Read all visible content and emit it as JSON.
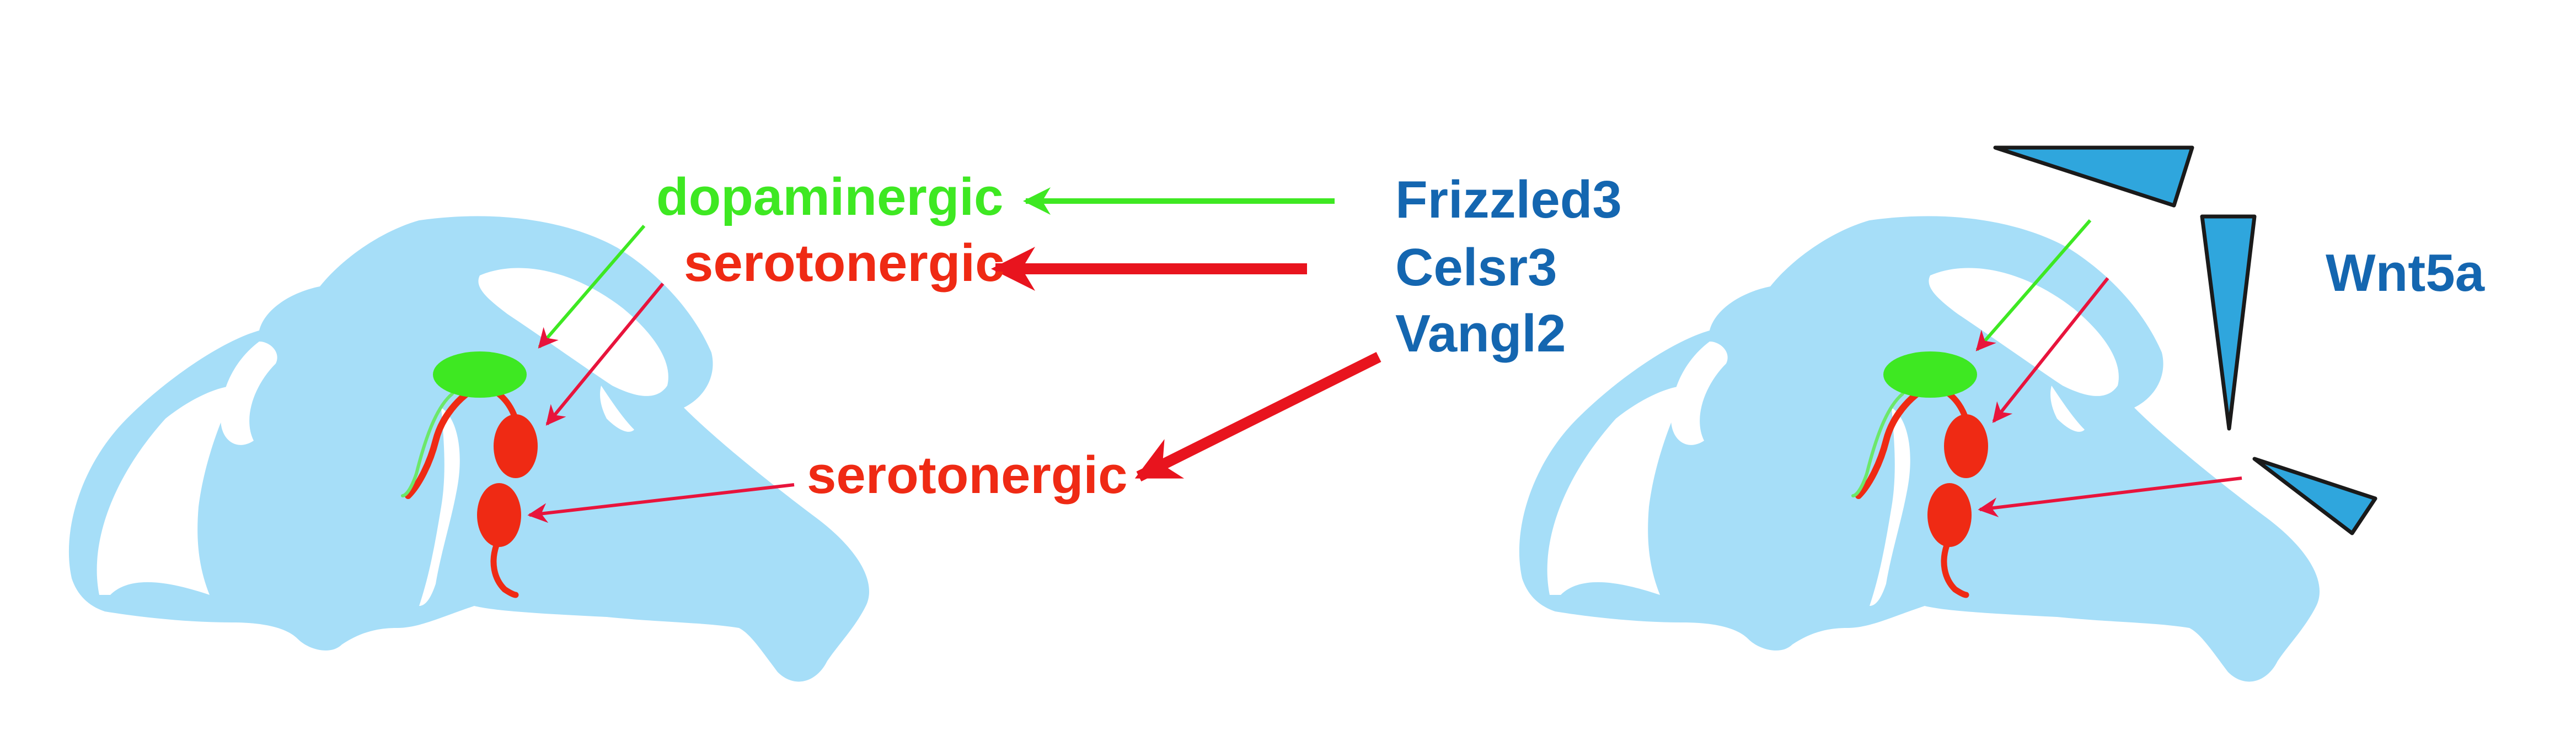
{
  "colors": {
    "brain": "#a6def8",
    "dopaminergic": "#3ee822",
    "serotonergic": "#ef2a14",
    "serotonergic_arrow": "#e8143c",
    "gene_text": "#1466b0",
    "gradient_fill": "#2fa6dd",
    "gradient_stroke": "#1a1a1a"
  },
  "labels": {
    "dopaminergic": "dopaminergic",
    "serotonergic_top": "serotonergic",
    "serotonergic_bottom": "serotonergic"
  },
  "genes": [
    "Frizzled3",
    "Celsr3",
    "Vangl2"
  ],
  "morphogen": "Wnt5a"
}
